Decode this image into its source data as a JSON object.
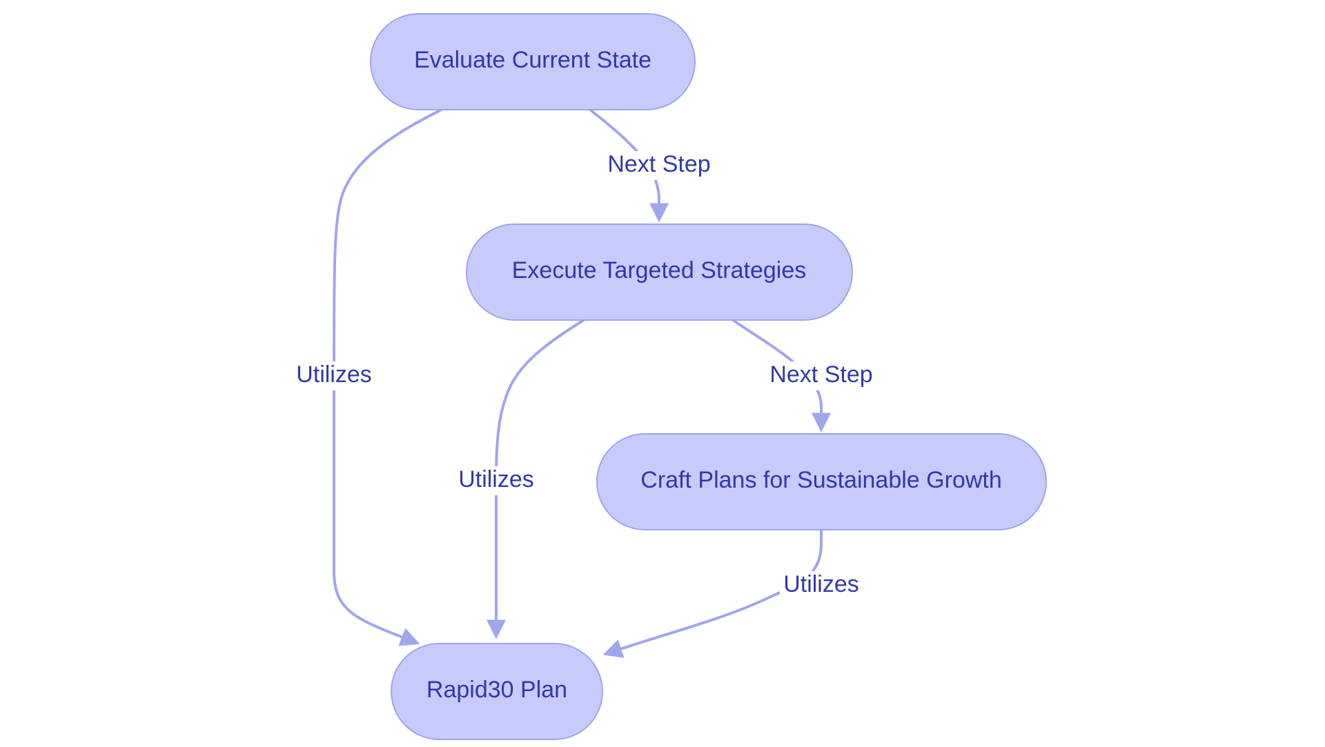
{
  "diagram": {
    "type": "flowchart",
    "colors": {
      "node_fill": "#c7cbfc",
      "node_stroke": "#9ea4ea",
      "edge": "#a0a6ec",
      "text": "#3238a8",
      "background": "#ffffff"
    },
    "nodes": {
      "evaluate": {
        "label": "Evaluate Current State"
      },
      "execute": {
        "label": "Execute Targeted Strategies"
      },
      "craft": {
        "label": "Craft Plans for Sustainable Growth"
      },
      "rapid": {
        "label": "Rapid30 Plan"
      }
    },
    "edges": {
      "evaluate_to_execute": {
        "from": "evaluate",
        "to": "execute",
        "label": "Next Step"
      },
      "execute_to_craft": {
        "from": "execute",
        "to": "craft",
        "label": "Next Step"
      },
      "evaluate_to_rapid": {
        "from": "evaluate",
        "to": "rapid",
        "label": "Utilizes"
      },
      "execute_to_rapid": {
        "from": "execute",
        "to": "rapid",
        "label": "Utilizes"
      },
      "craft_to_rapid": {
        "from": "craft",
        "to": "rapid",
        "label": "Utilizes"
      }
    }
  }
}
